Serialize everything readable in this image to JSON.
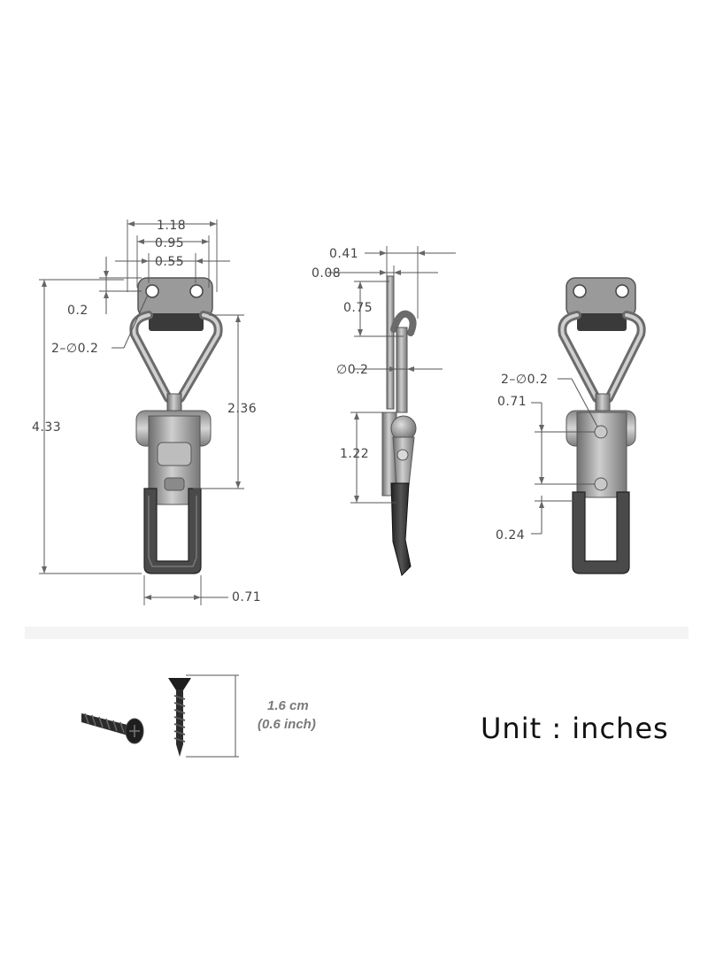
{
  "diagram": {
    "front_view": {
      "width_overall": "1.18",
      "width_holes": "0.95",
      "width_inner": "0.55",
      "plate_offset": "0.2",
      "hole_callout": "2–∅0.2",
      "height_overall": "4.33",
      "height_loop": "2.36",
      "hook_width": "0.71"
    },
    "side_view": {
      "depth": "0.41",
      "thickness": "0.08",
      "hook_height": "0.75",
      "rod_diameter": "∅0.2",
      "lever_height": "1.22"
    },
    "back_view": {
      "hole_callout": "2–∅0.2",
      "hole_spacing": "0.71",
      "hole_offset": "0.24"
    },
    "screw": {
      "length_cm": "1.6 cm",
      "length_inch": "(0.6 inch)"
    },
    "unit_label": "Unit : inches"
  }
}
